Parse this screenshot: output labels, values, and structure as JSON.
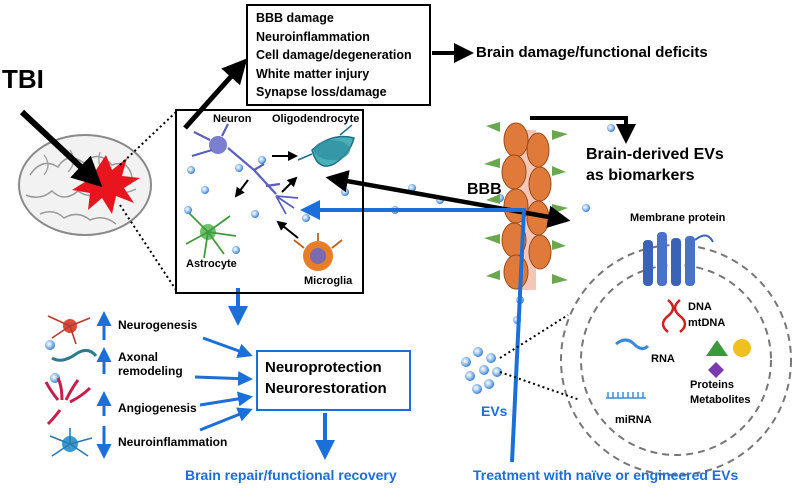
{
  "tbi": "TBI",
  "damage_list": [
    "BBB damage",
    "Neuroinflammation",
    "Cell damage/degeneration",
    "White matter injury",
    "Synapse loss/damage"
  ],
  "damage_outcome": "Brain damage/functional deficits",
  "cells": {
    "neuron": "Neuron",
    "oligodendrocyte": "Oligodendrocyte",
    "astrocyte": "Astrocyte",
    "microglia": "Microglia"
  },
  "bbb": "BBB",
  "biomarker": [
    "Brain-derived EVs",
    "as biomarkers"
  ],
  "ev_cargo": {
    "membrane_protein": "Membrane protein",
    "dna": "DNA",
    "mtdna": "mtDNA",
    "rna": "RNA",
    "proteins": "Proteins",
    "metabolites": "Metabolites",
    "mirna": "miRNA"
  },
  "evs": "EVs",
  "repair_processes": [
    "Neurogenesis",
    "Axonal remodeling",
    "Angiogenesis",
    "Neuroinflammation"
  ],
  "outcome_box": [
    "Neuroprotection",
    "Neurorestoration"
  ],
  "repair_outcome": "Brain repair/functional recovery",
  "treatment": "Treatment with naïve or engineered EVs",
  "colors": {
    "blue": "#1a6fd8",
    "lesion": "#e8141e",
    "endothelial": "#e07a3a",
    "pericyte": "#6aa84f"
  }
}
